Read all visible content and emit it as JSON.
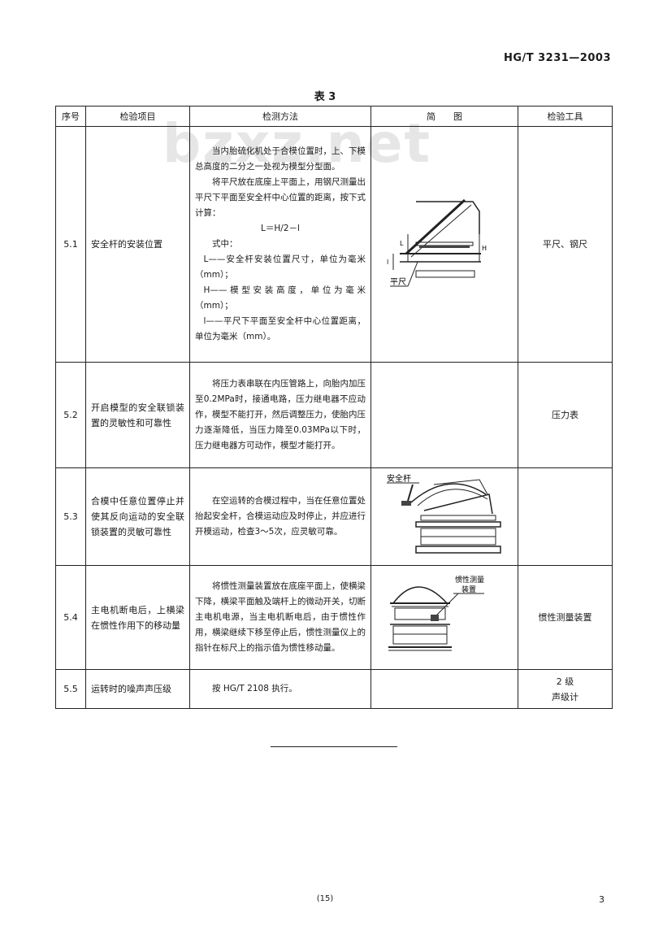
{
  "header": {
    "std_code": "HG/T 3231—2003"
  },
  "watermark": "bzxz.net",
  "table": {
    "title": "表 3",
    "headers": {
      "num": "序号",
      "item": "检验项目",
      "method": "检测方法",
      "figure": "简　　图",
      "tool": "检验工具"
    },
    "rows": [
      {
        "num": "5.1",
        "item": "安全杆的安装位置",
        "method": {
          "p1": "当内胎硫化机处于合模位置时，上、下模总高度的二分之一处视为模型分型面。",
          "p2": "将平尺放在底座上平面上，用钢尺测量出平尺下平面至安全杆中心位置的距离，按下式计算：",
          "formula": "L＝H/2－l",
          "where": "式中：",
          "d1": "L——安全杆安装位置尺寸，单位为毫米（mm）；",
          "d2": "H——模型安装高度，单位为毫米（mm）；",
          "d3": "l——平尺下平面至安全杆中心位置距离，单位为毫米（mm）。"
        },
        "fig_labels": {
          "ruler": "平尺",
          "L": "L",
          "l": "l",
          "H": "H"
        },
        "tool": "平尺、钢尺"
      },
      {
        "num": "5.2",
        "item": "开启模型的安全联锁装置的灵敏性和可靠性",
        "method": "将压力表串联在内压管路上，向胎内加压至0.2MPa时，接通电路，压力继电器不应动作，模型不能打开，然后调整压力，使胎内压力逐渐降低，当压力降至0.03MPa以下时，压力继电器方可动作，模型才能打开。",
        "tool": "压力表"
      },
      {
        "num": "5.3",
        "item": "合模中任意位置停止并使其反向运动的安全联锁装置的灵敏可靠性",
        "method": "在空运转的合模过程中，当在任意位置处抬起安全杆，合模运动应及时停止，并应进行开模运动，检查3～5次，应灵敏可靠。",
        "fig_labels": {
          "safety_bar": "安全杆"
        },
        "tool": ""
      },
      {
        "num": "5.4",
        "item": "主电机断电后，上横梁在惯性作用下的移动量",
        "method": "将惯性测量装置放在底座平面上，使横梁下降，横梁平面触及端杆上的微动开关，切断主电机电源，当主电机断电后，由于惯性作用，横梁继续下移至停止后，惯性测量仪上的指针在标尺上的指示值为惯性移动量。",
        "fig_labels": {
          "device_line1": "惯性测量",
          "device_line2": "装置"
        },
        "tool": "惯性测量装置"
      },
      {
        "num": "5.5",
        "item": "运转时的噪声声压级",
        "method": "按 HG/T 2108 执行。",
        "tool_line1": "2 级",
        "tool_line2": "声级计"
      }
    ]
  },
  "footer": {
    "center": "(15)",
    "right": "3"
  }
}
